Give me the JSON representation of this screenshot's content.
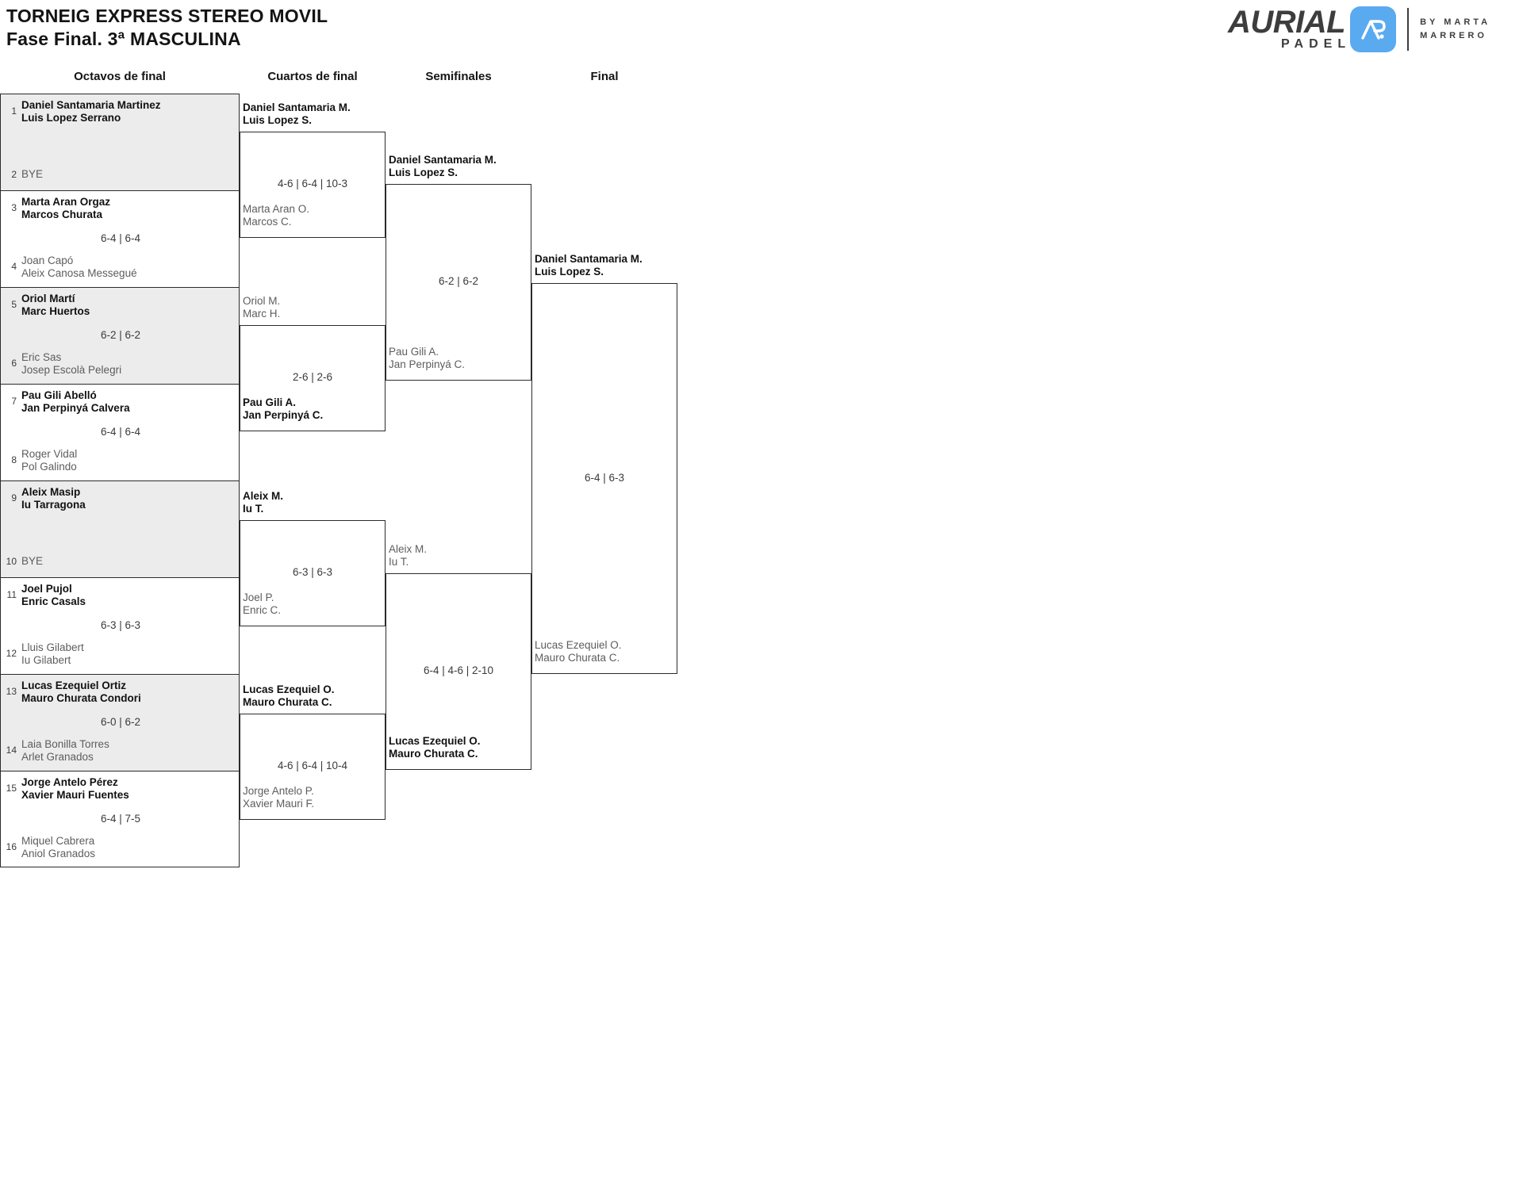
{
  "header": {
    "title": "TORNEIG EXPRESS STEREO MOVIL",
    "subtitle": "Fase Final. 3ª MASCULINA"
  },
  "logo": {
    "wordmark": "AURIAL",
    "sub": "PADEL",
    "monogram": "AP",
    "by_line1": "BY MARTA",
    "by_line2": "MARRERO",
    "accent_color": "#5aaaf0",
    "text_color": "#3d3d3d"
  },
  "rounds": [
    {
      "key": "r16",
      "label": "Octavos de final"
    },
    {
      "key": "qf",
      "label": "Cuartos de final"
    },
    {
      "key": "sf",
      "label": "Semifinales"
    },
    {
      "key": "f",
      "label": "Final"
    }
  ],
  "round1": {
    "matches": [
      {
        "shaded": true,
        "score": "",
        "top": {
          "seed": "1",
          "line1": "Daniel Santamaria Martinez",
          "line2": "Luis Lopez Serrano",
          "result": "winner",
          "bye": false
        },
        "bottom": {
          "seed": "2",
          "line1": "BYE",
          "line2": "",
          "result": "loser",
          "bye": true
        }
      },
      {
        "shaded": false,
        "score": "6-4 | 6-4",
        "top": {
          "seed": "3",
          "line1": "Marta Aran Orgaz",
          "line2": "Marcos Churata",
          "result": "winner",
          "bye": false
        },
        "bottom": {
          "seed": "4",
          "line1": "Joan Capó",
          "line2": "Aleix Canosa Messegué",
          "result": "loser",
          "bye": false
        }
      },
      {
        "shaded": true,
        "score": "6-2 | 6-2",
        "top": {
          "seed": "5",
          "line1": "Oriol Martí",
          "line2": "Marc Huertos",
          "result": "winner",
          "bye": false
        },
        "bottom": {
          "seed": "6",
          "line1": "Eric Sas",
          "line2": "Josep Escolà Pelegri",
          "result": "loser",
          "bye": false
        }
      },
      {
        "shaded": false,
        "score": "6-4 | 6-4",
        "top": {
          "seed": "7",
          "line1": "Pau Gili Abelló",
          "line2": "Jan Perpinyá Calvera",
          "result": "winner",
          "bye": false
        },
        "bottom": {
          "seed": "8",
          "line1": "Roger Vidal",
          "line2": "Pol Galindo",
          "result": "loser",
          "bye": false
        }
      },
      {
        "shaded": true,
        "score": "",
        "top": {
          "seed": "9",
          "line1": "Aleix Masip",
          "line2": "Iu Tarragona",
          "result": "winner",
          "bye": false
        },
        "bottom": {
          "seed": "10",
          "line1": "BYE",
          "line2": "",
          "result": "loser",
          "bye": true
        }
      },
      {
        "shaded": false,
        "score": "6-3 | 6-3",
        "top": {
          "seed": "11",
          "line1": "Joel Pujol",
          "line2": "Enric Casals",
          "result": "winner",
          "bye": false
        },
        "bottom": {
          "seed": "12",
          "line1": "Lluis Gilabert",
          "line2": "Iu Gilabert",
          "result": "loser",
          "bye": false
        }
      },
      {
        "shaded": true,
        "score": "6-0 | 6-2",
        "top": {
          "seed": "13",
          "line1": "Lucas Ezequiel Ortiz",
          "line2": "Mauro Churata Condori",
          "result": "winner",
          "bye": false
        },
        "bottom": {
          "seed": "14",
          "line1": "Laia Bonilla Torres",
          "line2": "Arlet Granados",
          "result": "loser",
          "bye": false
        }
      },
      {
        "shaded": false,
        "score": "6-4 | 7-5",
        "top": {
          "seed": "15",
          "line1": "Jorge Antelo Pérez",
          "line2": "Xavier Mauri Fuentes",
          "result": "winner",
          "bye": false
        },
        "bottom": {
          "seed": "16",
          "line1": "Miquel Cabrera",
          "line2": "Aniol Granados",
          "result": "loser",
          "bye": false
        }
      }
    ]
  },
  "quarterfinals": {
    "matches": [
      {
        "score": "4-6 | 6-4 | 10-3",
        "top": {
          "line1": "Daniel Santamaria M.",
          "line2": "Luis Lopez S.",
          "result": "winner"
        },
        "bottom": {
          "line1": "Marta Aran O.",
          "line2": "Marcos C.",
          "result": "loser"
        }
      },
      {
        "score": "2-6 | 2-6",
        "top": {
          "line1": "Oriol M.",
          "line2": "Marc H.",
          "result": "loser"
        },
        "bottom": {
          "line1": "Pau Gili A.",
          "line2": "Jan Perpinyá C.",
          "result": "winner"
        }
      },
      {
        "score": "6-3 | 6-3",
        "top": {
          "line1": "Aleix M.",
          "line2": "Iu T.",
          "result": "winner"
        },
        "bottom": {
          "line1": "Joel P.",
          "line2": "Enric C.",
          "result": "loser"
        }
      },
      {
        "score": "4-6 | 6-4 | 10-4",
        "top": {
          "line1": "Lucas Ezequiel O.",
          "line2": "Mauro Churata C.",
          "result": "winner"
        },
        "bottom": {
          "line1": "Jorge Antelo P.",
          "line2": "Xavier Mauri F.",
          "result": "loser"
        }
      }
    ]
  },
  "semifinals": {
    "matches": [
      {
        "score": "6-2 | 6-2",
        "top": {
          "line1": "Daniel Santamaria M.",
          "line2": "Luis Lopez S.",
          "result": "winner"
        },
        "bottom": {
          "line1": "Pau Gili A.",
          "line2": "Jan Perpinyá C.",
          "result": "loser"
        }
      },
      {
        "score": "6-4 | 4-6 | 2-10",
        "top": {
          "line1": "Aleix M.",
          "line2": "Iu T.",
          "result": "loser"
        },
        "bottom": {
          "line1": "Lucas Ezequiel O.",
          "line2": "Mauro Churata C.",
          "result": "winner"
        }
      }
    ]
  },
  "final": {
    "matches": [
      {
        "score": "6-4 | 6-3",
        "top": {
          "line1": "Daniel Santamaria M.",
          "line2": "Luis Lopez S.",
          "result": "winner"
        },
        "bottom": {
          "line1": "Lucas Ezequiel O.",
          "line2": "Mauro Churata C.",
          "result": "loser"
        }
      }
    ]
  }
}
